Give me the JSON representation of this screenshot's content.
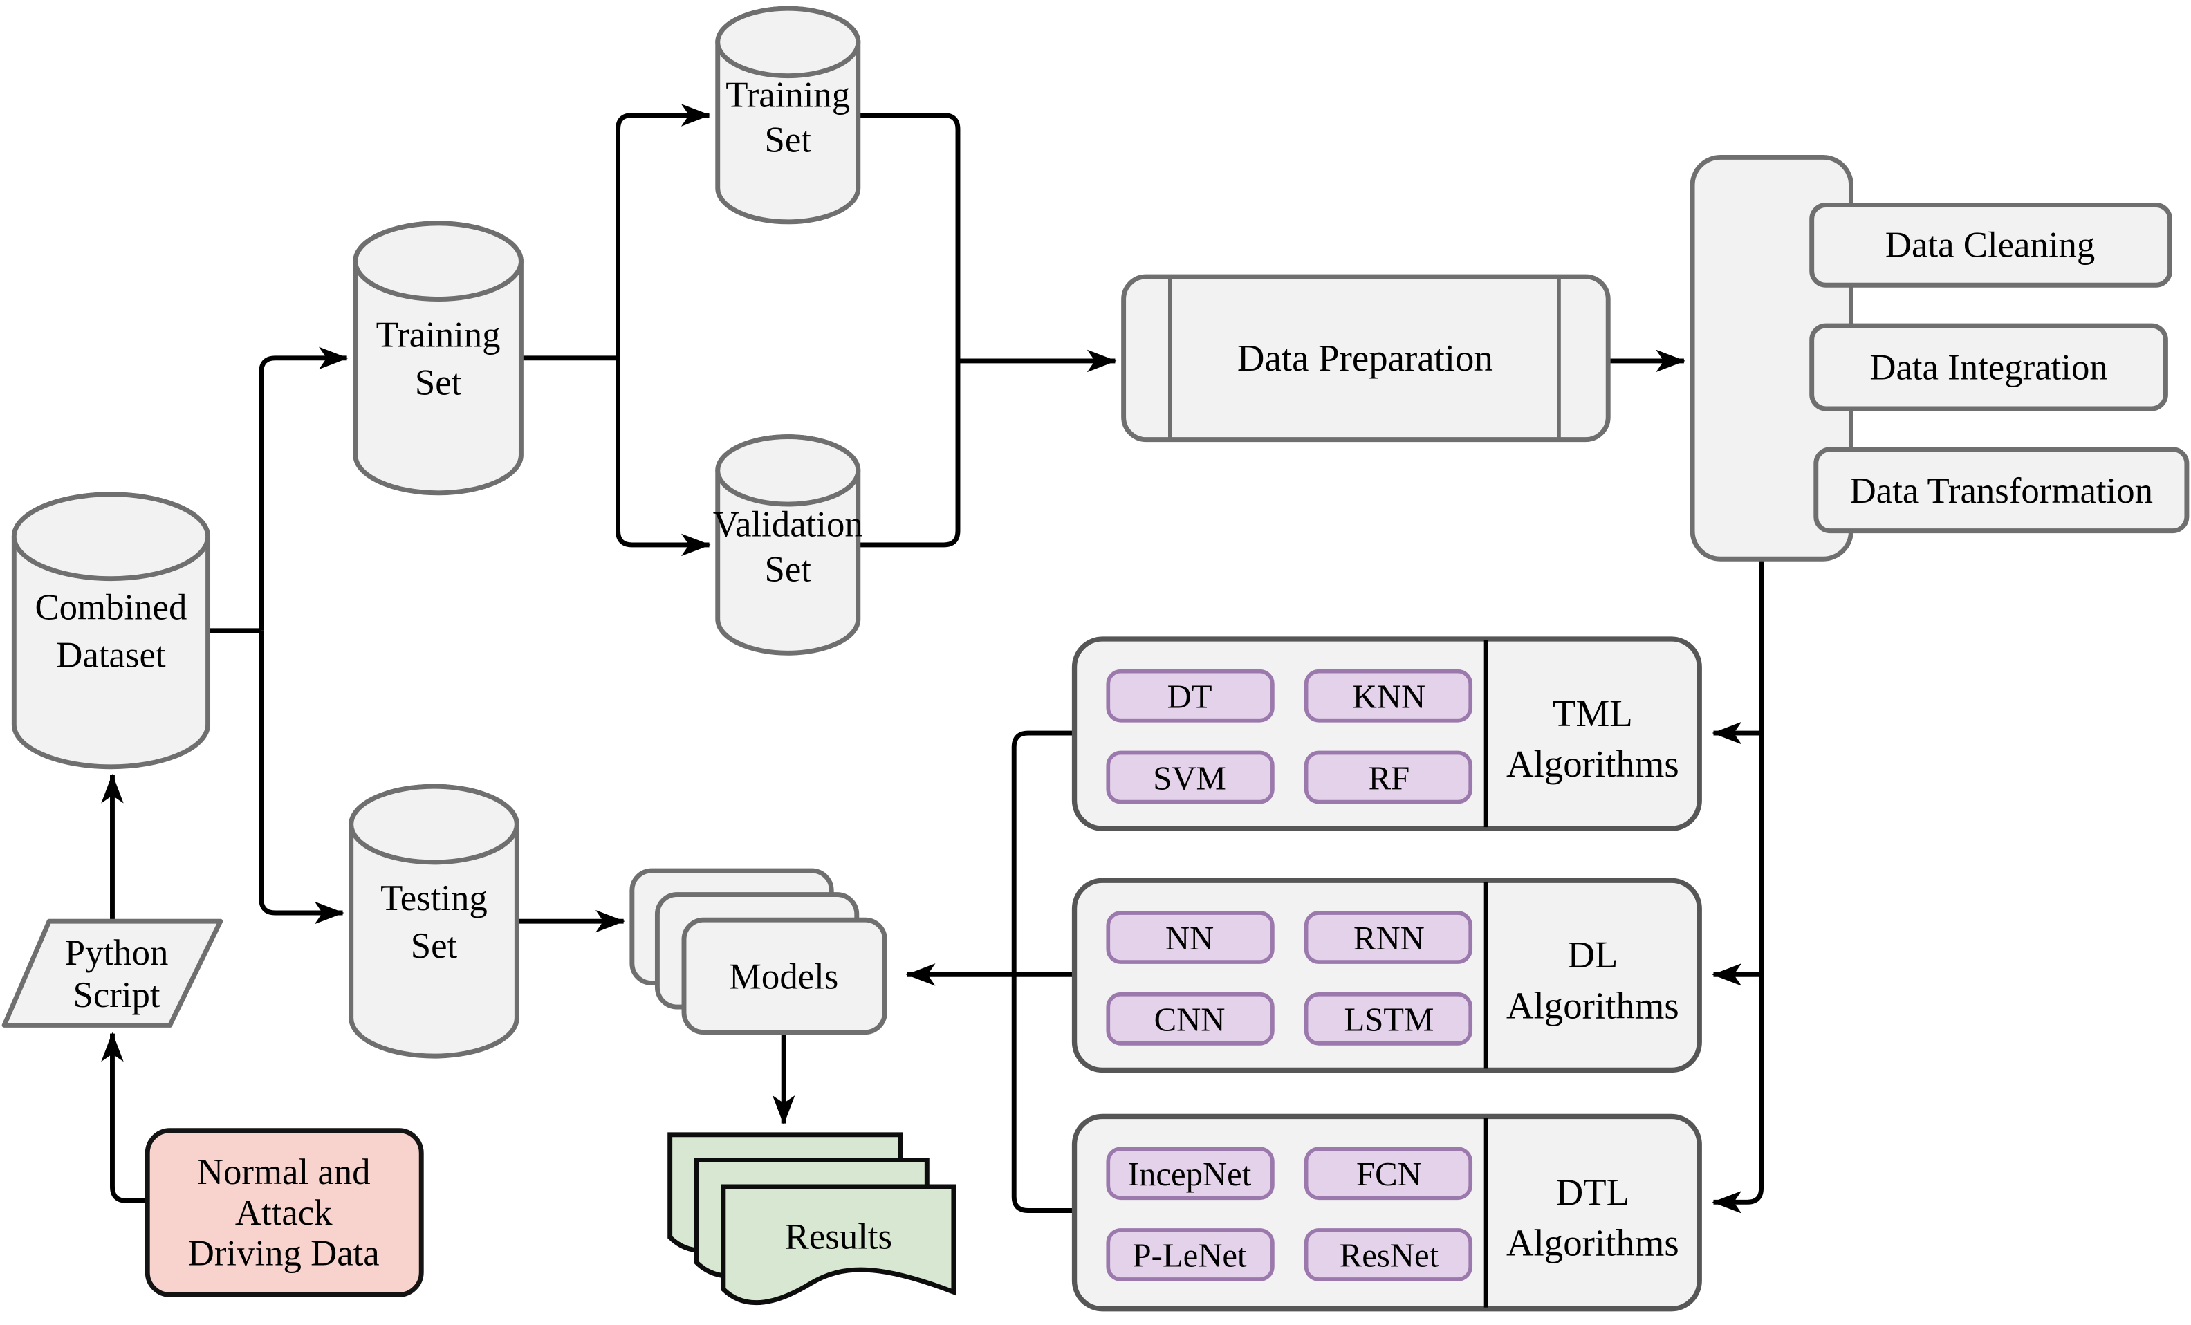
{
  "diagram": {
    "title": "ML pipeline flowchart",
    "colors": {
      "node_fill": "#f3f2f2",
      "node_stroke": "#6f6f6f",
      "chip_fill": "#e3d2ea",
      "chip_stroke": "#9b79ad",
      "attack_data_fill": "#f8d2cc",
      "results_fill": "#d8e7d2",
      "connector": "#000000"
    },
    "nodes": {
      "combined_dataset": {
        "line1": "Combined",
        "line2": "Dataset"
      },
      "python_script": {
        "line1": "Python",
        "line2": "Script"
      },
      "driving_data": {
        "line1": "Normal and",
        "line2": "Attack",
        "line3": "Driving Data"
      },
      "training_set_main": {
        "line1": "Training",
        "line2": "Set"
      },
      "training_set_sub": {
        "line1": "Training",
        "line2": "Set"
      },
      "validation_set": {
        "line1": "Validation",
        "line2": "Set"
      },
      "testing_set": {
        "line1": "Testing",
        "line2": "Set"
      },
      "data_preparation": {
        "label": "Data Preparation"
      },
      "data_cleaning": {
        "label": "Data Cleaning"
      },
      "data_integration": {
        "label": "Data Integration"
      },
      "data_transformation": {
        "label": "Data Transformation"
      },
      "models": {
        "label": "Models"
      },
      "results": {
        "label": "Results"
      },
      "tml": {
        "line1": "TML",
        "line2": "Algorithms",
        "chips": [
          "DT",
          "KNN",
          "SVM",
          "RF"
        ]
      },
      "dl": {
        "line1": "DL",
        "line2": "Algorithms",
        "chips": [
          "NN",
          "RNN",
          "CNN",
          "LSTM"
        ]
      },
      "dtl": {
        "line1": "DTL",
        "line2": "Algorithms",
        "chips": [
          "IncepNet",
          "FCN",
          "P-LeNet",
          "ResNet"
        ]
      }
    }
  }
}
